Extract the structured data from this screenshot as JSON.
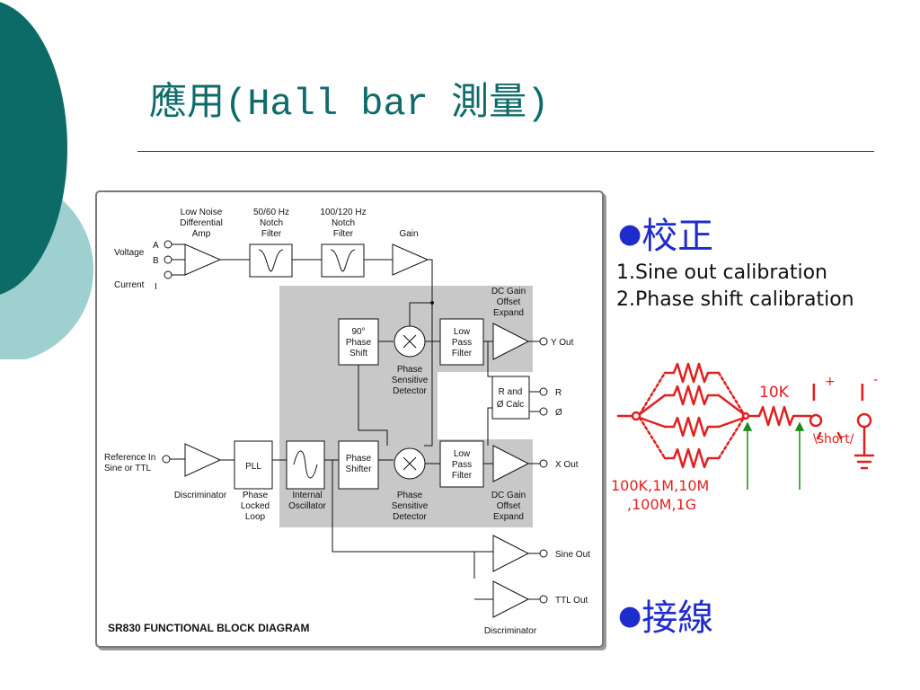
{
  "slide": {
    "title_cjk_1": "應用",
    "title_latin": "(Hall bar ",
    "title_cjk_2": "測量",
    "title_close": ")",
    "title_color": "#0f6b6b",
    "bullet_color": "#1f2ccc",
    "sketch_color": "#e02020",
    "arrow_color": "#1a8a1a"
  },
  "diagram": {
    "caption": "SR830 FUNCTIONAL BLOCK DIAGRAM",
    "inputs": {
      "voltage": "Voltage",
      "a": "A",
      "b": "B",
      "current": "Current",
      "i": "I",
      "reference_1": "Reference In",
      "reference_2": "Sine or TTL"
    },
    "amp": {
      "l1": "Low Noise",
      "l2": "Differential",
      "l3": "Amp"
    },
    "notch1": {
      "l1": "50/60 Hz",
      "l2": "Notch",
      "l3": "Filter"
    },
    "notch2": {
      "l1": "100/120 Hz",
      "l2": "Notch",
      "l3": "Filter"
    },
    "gain": "Gain",
    "dc_gain_top": {
      "l1": "DC Gain",
      "l2": "Offset",
      "l3": "Expand"
    },
    "dc_gain_bottom": {
      "l1": "DC Gain",
      "l2": "Offset",
      "l3": "Expand"
    },
    "phase90": {
      "l1": "90°",
      "l2": "Phase",
      "l3": "Shift"
    },
    "psd_top": {
      "l1": "Phase",
      "l2": "Sensitive",
      "l3": "Detector"
    },
    "psd_bottom": {
      "l1": "Phase",
      "l2": "Sensitive",
      "l3": "Detector"
    },
    "lpf_top": {
      "l1": "Low",
      "l2": "Pass",
      "l3": "Filter"
    },
    "lpf_bottom": {
      "l1": "Low",
      "l2": "Pass",
      "l3": "Filter"
    },
    "r_calc": {
      "l1": "R and",
      "l2": "Ø Calc"
    },
    "outputs": {
      "y": "Y Out",
      "r": "R",
      "phi": "Ø",
      "x": "X Out",
      "sine": "Sine Out",
      "ttl": "TTL Out"
    },
    "discriminator": "Discriminator",
    "discriminator_2": "Discriminator",
    "pll_box": "PLL",
    "pll": {
      "l1": "Phase",
      "l2": "Locked",
      "l3": "Loop"
    },
    "osc": {
      "l1": "Internal",
      "l2": "Oscillator"
    },
    "shifter": {
      "l1": "Phase",
      "l2": "Shifter"
    }
  },
  "bullets": {
    "calibration": {
      "marker": "●",
      "heading": "校正",
      "steps": [
        "1.Sine out calibration",
        "2.Phase shift calibration"
      ]
    },
    "wiring": {
      "marker": "●",
      "heading": "接線"
    }
  },
  "sketch": {
    "resistor_value": "10K",
    "load_values_line1": "100K,1M,10M",
    "load_values_line2": ",100M,1G",
    "short_label": "\\short/",
    "current_plus": "I",
    "current_plus_sign": "+",
    "current_minus": "I",
    "current_minus_sign": "-"
  }
}
